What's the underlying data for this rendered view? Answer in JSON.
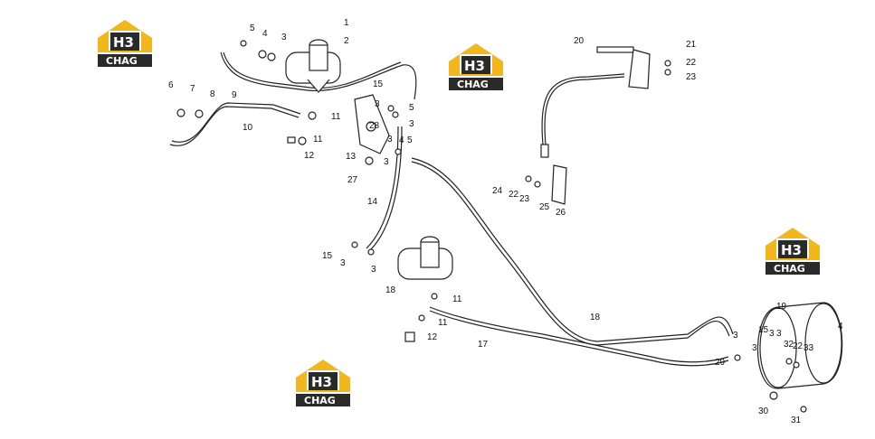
{
  "diagram": {
    "logo_text": {
      "mark": "H3",
      "sub": "CHAG"
    },
    "part_labels": [
      "1",
      "2",
      "5",
      "4",
      "3",
      "6",
      "7",
      "8",
      "9",
      "10",
      "11",
      "11",
      "12",
      "15",
      "3",
      "5",
      "3",
      "28",
      "3",
      "4",
      "5",
      "13",
      "3",
      "27",
      "14",
      "20",
      "21",
      "22",
      "23",
      "24",
      "22",
      "23",
      "25",
      "26",
      "15",
      "3",
      "3",
      "18",
      "11",
      "11",
      "12",
      "17",
      "18",
      "19",
      "4",
      "15",
      "3",
      "3",
      "32",
      "22",
      "33",
      "3",
      "29",
      "3",
      "30",
      "31"
    ]
  }
}
